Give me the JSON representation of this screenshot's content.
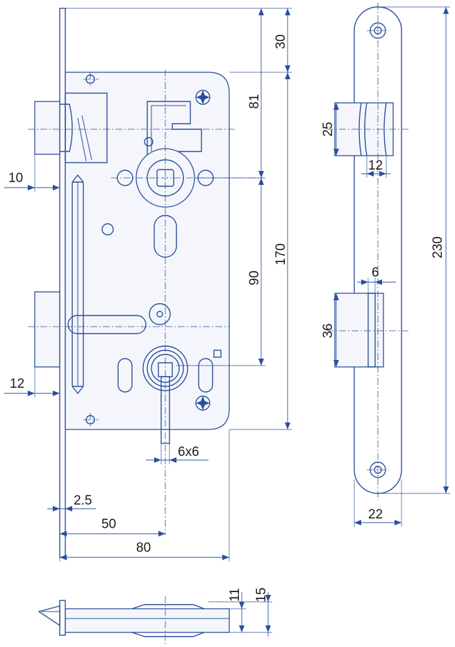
{
  "lock_body_dimensions": {
    "faceplate_top_offset": "30",
    "follower_from_top": "81",
    "follower_to_keyhole": "90",
    "case_height": "170",
    "latch_projection": "10",
    "bolt_projection": "12",
    "backset": "50",
    "case_depth": "80",
    "faceplate_thickness": "2.5",
    "square_spindle": "6x6"
  },
  "strike_plate_dimensions": {
    "latch_opening_height": "25",
    "latch_opening_width": "12",
    "bolt_opening_width": "6",
    "bolt_opening_height": "36",
    "plate_length": "230",
    "plate_width": "22"
  },
  "side_view_dimensions": {
    "case_thickness": "11",
    "total_thickness": "15"
  },
  "colors": {
    "line": "#2a4f9c",
    "text": "#1a1a1a",
    "background": "#ffffff"
  }
}
